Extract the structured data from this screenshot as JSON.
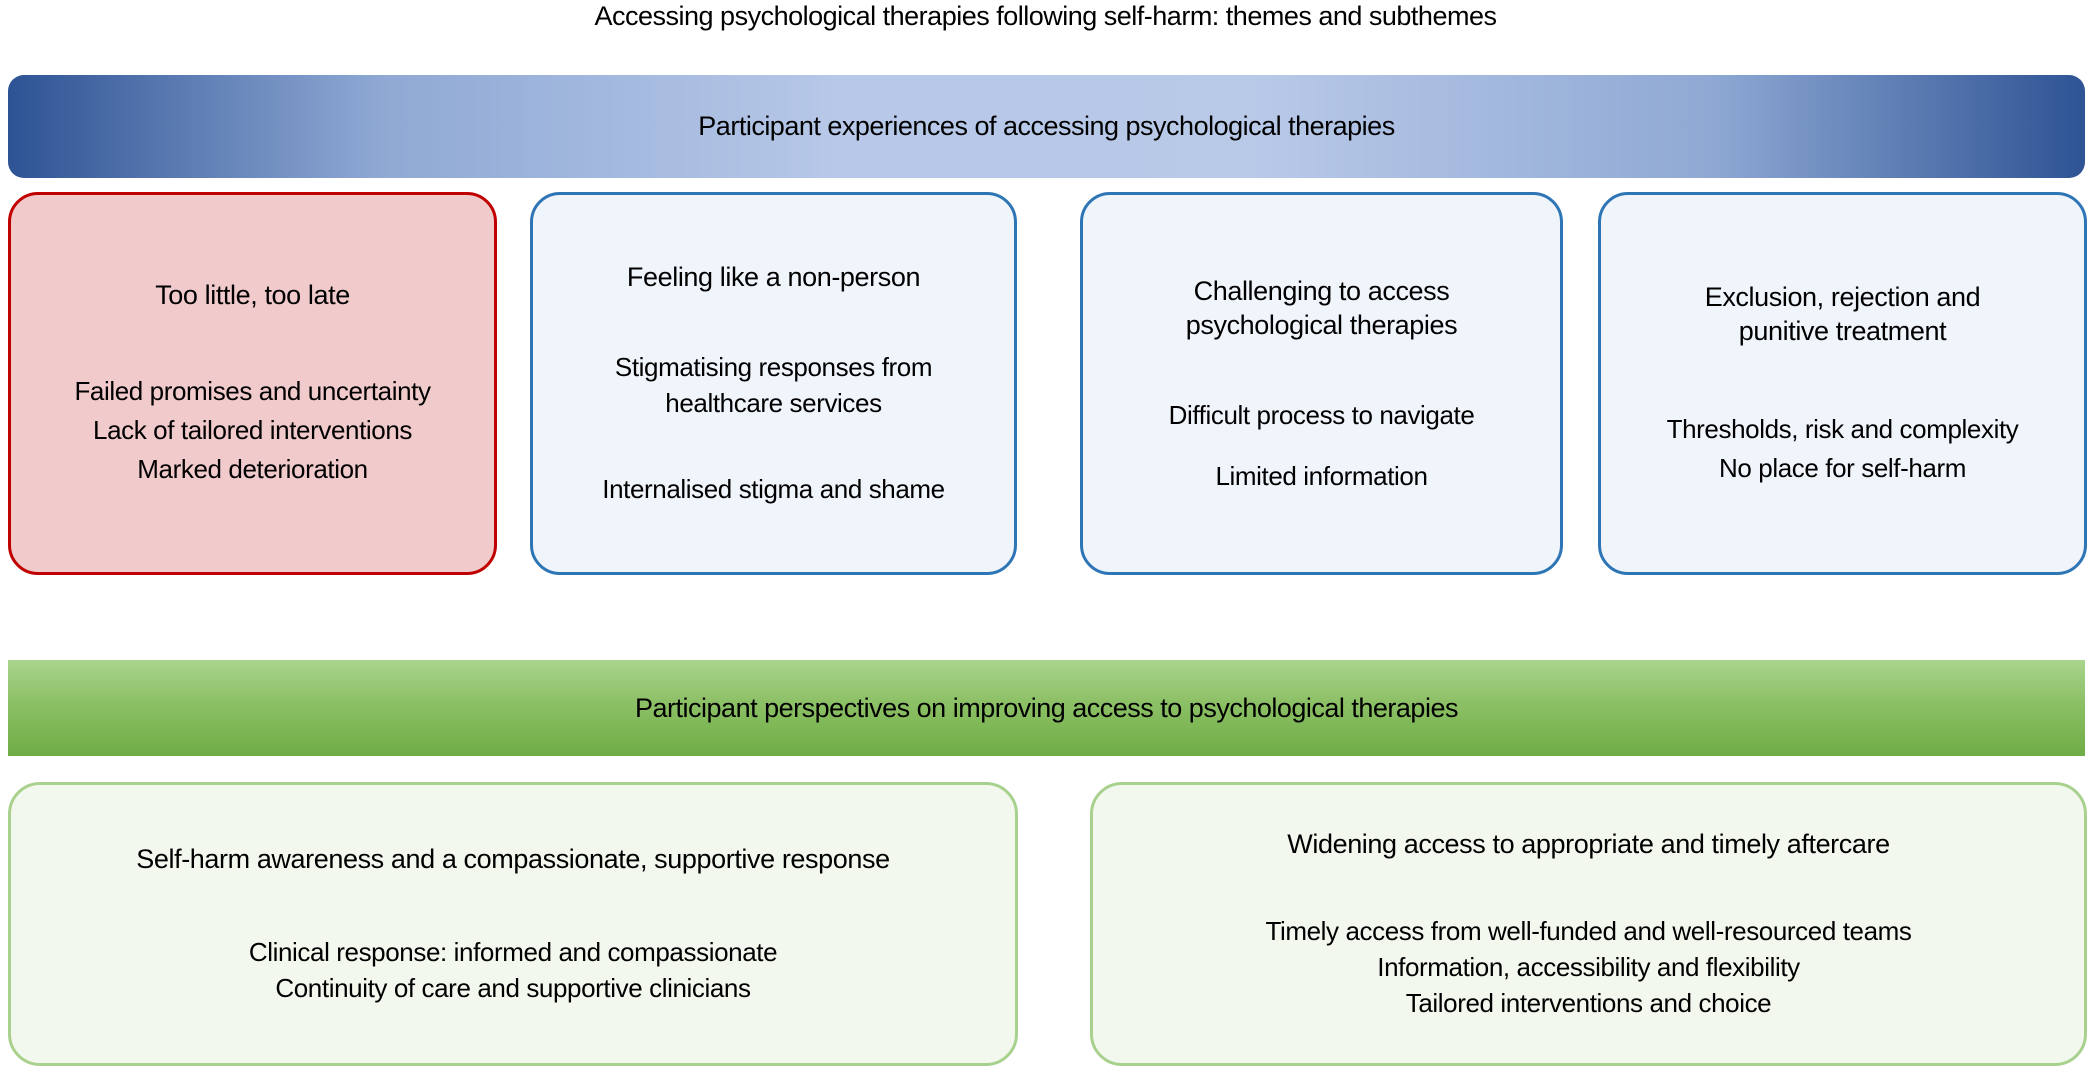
{
  "figure": {
    "title": "Accessing psychological therapies following self-harm: themes and subthemes"
  },
  "banners": {
    "experiences": {
      "label": "Participant experiences of accessing psychological therapies"
    },
    "improving": {
      "label": "Participant perspectives on improving access to psychological therapies"
    }
  },
  "theme_boxes": [
    {
      "title": "Too little, too late",
      "subthemes": [
        "Failed promises and uncertainty",
        "Lack of tailored interventions",
        "Marked deterioration"
      ]
    },
    {
      "title": "Feeling like a non-person",
      "subthemes": [
        "Stigmatising responses from healthcare services",
        "Internalised stigma and shame"
      ]
    },
    {
      "title": "Challenging to access psychological therapies",
      "subthemes": [
        "Difficult process to navigate",
        "Limited information"
      ]
    },
    {
      "title": "Exclusion, rejection and punitive treatment",
      "subthemes": [
        "Thresholds, risk and complexity",
        "No place for self-harm"
      ]
    }
  ],
  "improvement_boxes": [
    {
      "title": "Self-harm awareness and a compassionate, supportive response",
      "subthemes": [
        "Clinical response: informed and compassionate",
        "Continuity of care and supportive clinicians"
      ]
    },
    {
      "title": "Widening access to appropriate and timely aftercare",
      "subthemes": [
        "Timely access from well-funded and well-resourced teams",
        "Information, accessibility and flexibility",
        "Tailored interventions and choice"
      ]
    }
  ],
  "colors": {
    "experiences_banner_edge": "#2E5394",
    "experiences_banner_center": "#B7C8E8",
    "improving_banner_top": "#A9D48D",
    "improving_banner_bottom": "#6FAD46",
    "negative_box_border": "#C00000",
    "negative_box_fill": "#F1CACC",
    "theme_box_border": "#2E75B6",
    "theme_box_fill": "#F0F4FB",
    "improvement_box_border": "#A9D18E",
    "improvement_box_fill": "#F3F8EF",
    "text": "#000000"
  }
}
